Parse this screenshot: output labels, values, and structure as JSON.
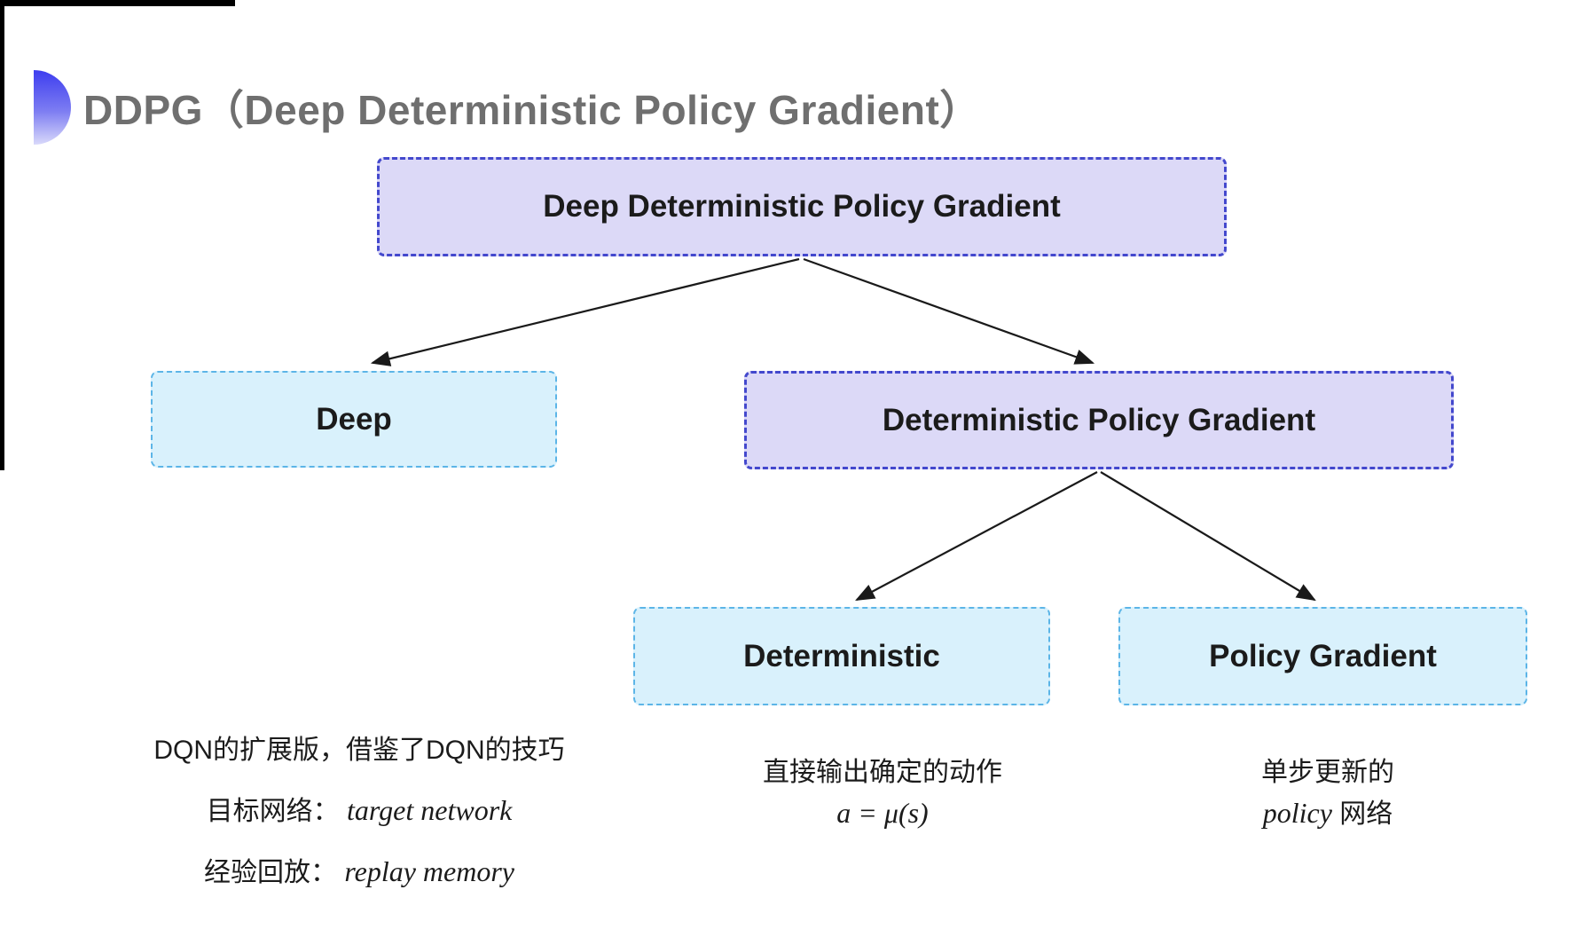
{
  "title": {
    "text": "DDPG（Deep Deterministic Policy Gradient）"
  },
  "tree": {
    "root": "Deep Deterministic Policy Gradient",
    "deep": "Deep",
    "dpg": "Deterministic Policy Gradient",
    "deterministic": "Deterministic",
    "policy_gradient": "Policy Gradient"
  },
  "notes": {
    "deep": {
      "line1": "DQN的扩展版，借鉴了DQN的技巧",
      "line2_label": "目标网络：",
      "line2_value": "target network",
      "line3_label": "经验回放：",
      "line3_value": "replay memory"
    },
    "deterministic": {
      "line1": "直接输出确定的动作",
      "formula": "a = μ(s)"
    },
    "policy_gradient": {
      "line1": "单步更新的",
      "line2_italic": "policy",
      "line2_rest": " 网络"
    }
  },
  "colors": {
    "lavender-fill": "#dcd9f7",
    "violet-border": "#4348cd",
    "sky-fill": "#d9f1fc",
    "sky-border": "#5cb5e7",
    "title-gray": "#6f6f6f",
    "text-black": "#1b1b1b",
    "icon-blue": "#3d3def",
    "arrow-black": "#1a1a1a"
  }
}
